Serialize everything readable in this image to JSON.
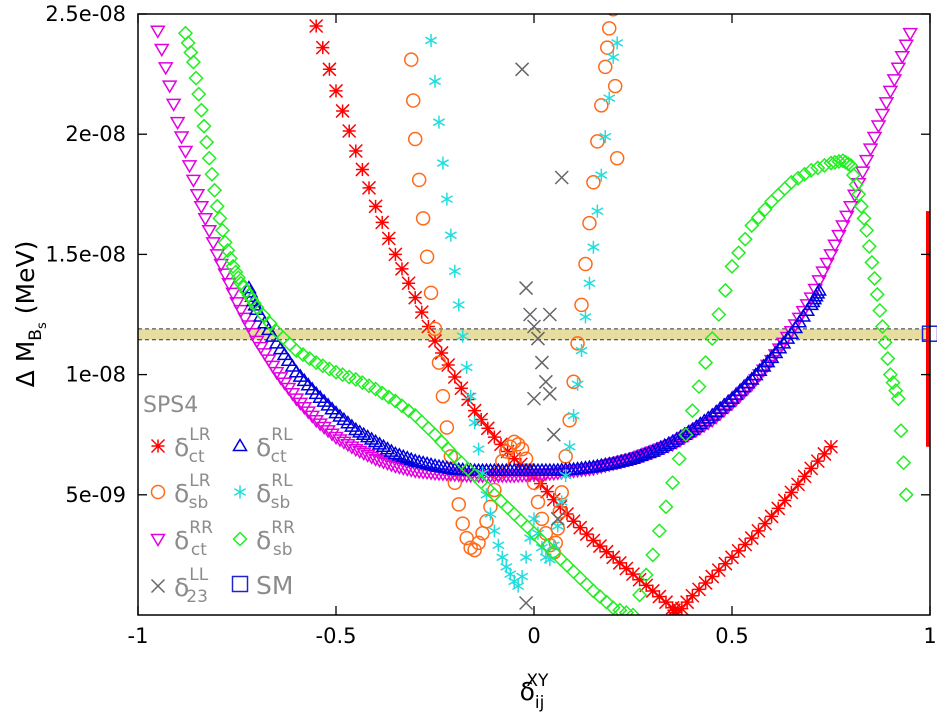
{
  "chart_data": {
    "type": "scatter",
    "xlabel": {
      "base": "δ",
      "sub": "ij",
      "sup": "XY"
    },
    "ylabel": {
      "text": "Δ M",
      "sub": "B",
      "subsub": "s",
      "unit": "(MeV)"
    },
    "xlim": [
      -1,
      1
    ],
    "ylim": [
      0,
      2.5e-08
    ],
    "x_ticks": [
      {
        "value": -1,
        "label": "-1"
      },
      {
        "value": -0.5,
        "label": "-0.5"
      },
      {
        "value": 0,
        "label": "0"
      },
      {
        "value": 0.5,
        "label": "0.5"
      },
      {
        "value": 1,
        "label": "1"
      }
    ],
    "y_ticks": [
      {
        "value": 5e-09,
        "label": "5e-09"
      },
      {
        "value": 1e-08,
        "label": "1e-08"
      },
      {
        "value": 1.5e-08,
        "label": "1.5e-08"
      },
      {
        "value": 2e-08,
        "label": "2e-08"
      },
      {
        "value": 2.5e-08,
        "label": "2.5e-08"
      }
    ],
    "legend_title": "SPS4",
    "legend_position": "left",
    "experimental_band": {
      "low": 1.145e-08,
      "high": 1.19e-08,
      "color": "#e6dd9f"
    },
    "sm": {
      "x": 1,
      "y": 1.17e-08,
      "err_low": 7e-09,
      "err_high": 1.68e-08,
      "marker_color": "#2222cc",
      "bar_color": "#ff0000",
      "legend": {
        "base": "SM"
      }
    },
    "series": [
      {
        "legend": {
          "base": "δ",
          "sub": "ct",
          "sup": "LR"
        },
        "marker": "star",
        "color": "#ff0000",
        "x": [
          -0.55,
          -0.5,
          -0.45,
          -0.4,
          -0.35,
          -0.3,
          -0.25,
          -0.2,
          -0.15,
          -0.1,
          -0.05,
          0,
          0.05,
          0.1,
          0.15,
          0.2,
          0.25,
          0.3,
          0.35,
          0.36,
          0.4,
          0.45,
          0.5,
          0.55,
          0.6,
          0.65,
          0.7,
          0.75
        ],
        "y": [
          2.45e-08,
          2.18e-08,
          1.93e-08,
          1.7e-08,
          1.5e-08,
          1.32e-08,
          1.14e-08,
          9.9e-09,
          8.5e-09,
          7.4e-09,
          6.5e-09,
          5.8e-09,
          4.8e-09,
          3.9e-09,
          3.1e-09,
          2.4e-09,
          1.7e-09,
          1e-09,
          3e-10,
          0,
          8e-10,
          1.6e-09,
          2.4e-09,
          3.2e-09,
          4.1e-09,
          5.1e-09,
          6.1e-09,
          7e-09
        ]
      },
      {
        "legend": {
          "base": "δ",
          "sub": "sb",
          "sup": "LR"
        },
        "marker": "circle",
        "color": "#ff6a1a",
        "x": [
          -0.31,
          -0.305,
          -0.3,
          -0.29,
          -0.28,
          -0.27,
          -0.26,
          -0.25,
          -0.24,
          -0.23,
          -0.22,
          -0.21,
          -0.2,
          -0.19,
          -0.18,
          -0.17,
          -0.16,
          -0.15,
          -0.14,
          -0.13,
          -0.12,
          -0.11,
          -0.1,
          -0.09,
          -0.08,
          -0.07,
          -0.06,
          -0.05,
          -0.04,
          -0.03,
          -0.02,
          -0.01,
          0,
          0.01,
          0.02,
          0.03,
          0.04,
          0.05,
          0.055,
          0.06,
          0.065,
          0.07,
          0.08,
          0.09,
          0.1,
          0.11,
          0.12,
          0.13,
          0.14,
          0.15,
          0.16,
          0.17,
          0.18,
          0.185,
          0.19,
          0.2,
          0.205,
          0.21
        ],
        "y": [
          2.31e-08,
          2.14e-08,
          1.98e-08,
          1.81e-08,
          1.65e-08,
          1.49e-08,
          1.34e-08,
          1.19e-08,
          1.05e-08,
          9.1e-09,
          7.8e-09,
          6.6e-09,
          5.5e-09,
          4.6e-09,
          3.8e-09,
          3.2e-09,
          2.8e-09,
          2.7e-09,
          3e-09,
          3.4e-09,
          3.9e-09,
          4.5e-09,
          5.2e-09,
          5.9e-09,
          6.4e-09,
          6.8e-09,
          7e-09,
          7.2e-09,
          7.1e-09,
          6.9e-09,
          6.5e-09,
          6e-09,
          5.5e-09,
          4.7e-09,
          4e-09,
          3.4e-09,
          2.9e-09,
          2.6e-09,
          3e-09,
          3.6e-09,
          4.3e-09,
          5.1e-09,
          6.6e-09,
          8.1e-09,
          9.7e-09,
          1.13e-08,
          1.29e-08,
          1.46e-08,
          1.63e-08,
          1.8e-08,
          1.97e-08,
          2.12e-08,
          2.28e-08,
          2.36e-08,
          2.44e-08,
          2.52e-08,
          2.2e-08,
          1.9e-08
        ]
      },
      {
        "legend": {
          "base": "δ",
          "sub": "ct",
          "sup": "RR"
        },
        "marker": "triangle-down",
        "color": "#e000e0",
        "x": [
          -0.95,
          -0.9,
          -0.85,
          -0.8,
          -0.75,
          -0.7,
          -0.65,
          -0.6,
          -0.55,
          -0.5,
          -0.45,
          -0.4,
          -0.35,
          -0.3,
          -0.25,
          -0.2,
          -0.15,
          -0.1,
          -0.05,
          0,
          0.05,
          0.1,
          0.15,
          0.2,
          0.25,
          0.3,
          0.35,
          0.4,
          0.45,
          0.5,
          0.55,
          0.6,
          0.65,
          0.7,
          0.75,
          0.8,
          0.85,
          0.9,
          0.95
        ],
        "y": [
          2.43e-08,
          2.05e-08,
          1.75e-08,
          1.5e-08,
          1.3e-08,
          1.14e-08,
          1.01e-08,
          9e-09,
          8.1e-09,
          7.4e-09,
          6.9e-09,
          6.5e-09,
          6.2e-09,
          6e-09,
          5.9e-09,
          5.85e-09,
          5.8e-09,
          5.8e-09,
          5.8e-09,
          5.85e-09,
          5.9e-09,
          6e-09,
          6.1e-09,
          6.3e-09,
          6.5e-09,
          6.8e-09,
          7.1e-09,
          7.6e-09,
          8.1e-09,
          8.8e-09,
          9.6e-09,
          1.06e-08,
          1.18e-08,
          1.32e-08,
          1.5e-08,
          1.7e-08,
          1.94e-08,
          2.18e-08,
          2.42e-08
        ]
      },
      {
        "legend": {
          "base": "δ",
          "sub": "ct",
          "sup": "RL"
        },
        "marker": "triangle-up",
        "color": "#0000dd",
        "x": [
          -0.72,
          -0.7,
          -0.65,
          -0.6,
          -0.55,
          -0.5,
          -0.45,
          -0.4,
          -0.35,
          -0.3,
          -0.25,
          -0.2,
          -0.15,
          -0.1,
          -0.05,
          0,
          0.05,
          0.1,
          0.15,
          0.2,
          0.25,
          0.3,
          0.35,
          0.4,
          0.45,
          0.5,
          0.55,
          0.6,
          0.65,
          0.7,
          0.72
        ],
        "y": [
          1.36e-08,
          1.27e-08,
          1.13e-08,
          1.01e-08,
          9.2e-09,
          8.4e-09,
          7.7e-09,
          7.2e-09,
          6.7e-09,
          6.4e-09,
          6.2e-09,
          6.05e-09,
          6e-09,
          6e-09,
          6e-09,
          6e-09,
          6e-09,
          6.05e-09,
          6.15e-09,
          6.3e-09,
          6.5e-09,
          6.8e-09,
          7.2e-09,
          7.7e-09,
          8.3e-09,
          9e-09,
          9.8e-09,
          1.07e-08,
          1.17e-08,
          1.29e-08,
          1.35e-08
        ]
      },
      {
        "legend": {
          "base": "δ",
          "sub": "sb",
          "sup": "RL"
        },
        "marker": "asterisk",
        "color": "#22dddd",
        "x": [
          -0.26,
          -0.25,
          -0.24,
          -0.23,
          -0.22,
          -0.21,
          -0.2,
          -0.19,
          -0.18,
          -0.17,
          -0.16,
          -0.15,
          -0.14,
          -0.13,
          -0.12,
          -0.11,
          -0.1,
          -0.09,
          -0.08,
          -0.07,
          -0.06,
          -0.05,
          -0.04,
          -0.03,
          -0.02,
          -0.01,
          0,
          0.01,
          0.02,
          0.03,
          0.04,
          0.05,
          0.06,
          0.07,
          0.08,
          0.09,
          0.1,
          0.11,
          0.12,
          0.13,
          0.14,
          0.15,
          0.16,
          0.17,
          0.18,
          0.19,
          0.2,
          0.21
        ],
        "y": [
          2.39e-08,
          2.22e-08,
          2.05e-08,
          1.88e-08,
          1.73e-08,
          1.58e-08,
          1.43e-08,
          1.29e-08,
          1.16e-08,
          1.03e-08,
          9.1e-09,
          8e-09,
          6.9e-09,
          5.9e-09,
          5e-09,
          4.2e-09,
          3.5e-09,
          2.9e-09,
          2.4e-09,
          2e-09,
          1.7e-09,
          1.4e-09,
          1.2e-09,
          1.6e-09,
          2.4e-09,
          3.2e-09,
          4e-09,
          3.4e-09,
          2.8e-09,
          2.4e-09,
          2.3e-09,
          2.9e-09,
          3.7e-09,
          4.7e-09,
          5.8e-09,
          7e-09,
          8.3e-09,
          9.6e-09,
          1.1e-08,
          1.24e-08,
          1.38e-08,
          1.53e-08,
          1.68e-08,
          1.83e-08,
          1.99e-08,
          2.15e-08,
          2.32e-08,
          2.38e-08
        ]
      },
      {
        "legend": {
          "base": "δ",
          "sub": "sb",
          "sup": "RR"
        },
        "marker": "diamond",
        "color": "#22ee22",
        "x": [
          -0.88,
          -0.86,
          -0.84,
          -0.82,
          -0.8,
          -0.78,
          -0.76,
          -0.74,
          -0.72,
          -0.7,
          -0.65,
          -0.6,
          -0.55,
          -0.5,
          -0.45,
          -0.4,
          -0.35,
          -0.3,
          -0.25,
          -0.2,
          -0.15,
          -0.1,
          -0.05,
          0,
          0.05,
          0.1,
          0.15,
          0.2,
          0.25,
          0.3,
          0.35,
          0.4,
          0.45,
          0.5,
          0.55,
          0.6,
          0.65,
          0.7,
          0.75,
          0.78,
          0.8,
          0.82,
          0.84,
          0.86,
          0.88,
          0.9,
          0.92,
          0.94
        ],
        "y": [
          2.42e-08,
          2.3e-08,
          2.1e-08,
          1.9e-08,
          1.7e-08,
          1.55e-08,
          1.45e-08,
          1.38e-08,
          1.33e-08,
          1.28e-08,
          1.18e-08,
          1.1e-08,
          1.05e-08,
          1.01e-08,
          9.8e-09,
          9.4e-09,
          8.9e-09,
          8.3e-09,
          7.5e-09,
          6.6e-09,
          5.8e-09,
          5e-09,
          4.2e-09,
          3.4e-09,
          2.6e-09,
          1.8e-09,
          1e-09,
          3e-10,
          0,
          2.5e-09,
          5.5e-09,
          8.5e-09,
          1.15e-08,
          1.45e-08,
          1.62e-08,
          1.72e-08,
          1.8e-08,
          1.85e-08,
          1.88e-08,
          1.89e-08,
          1.87e-08,
          1.75e-08,
          1.6e-08,
          1.4e-08,
          1.2e-08,
          1e-08,
          9e-09,
          5e-09
        ]
      },
      {
        "legend": {
          "base": "δ",
          "sub": "23",
          "sup": "LL"
        },
        "marker": "cross",
        "color": "#666666",
        "x": [
          -0.03,
          -0.02,
          -0.01,
          0,
          0.01,
          0.02,
          0.03,
          0.04,
          0.05,
          0.06,
          0.07,
          -0.02,
          0.0,
          0.04
        ],
        "y": [
          2.27e-08,
          1.36e-08,
          1.25e-08,
          1.2e-08,
          1.15e-08,
          1.05e-08,
          9.7e-09,
          9.2e-09,
          7.5e-09,
          4e-09,
          1.82e-08,
          5e-10,
          9e-09,
          1.25e-08
        ]
      }
    ]
  }
}
